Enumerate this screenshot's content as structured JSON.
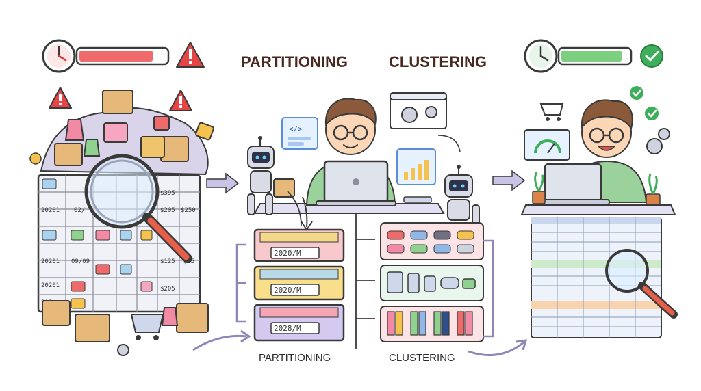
{
  "labels": {
    "partitioning_top": "PARTITIONING",
    "clustering_top": "CLUSTERING",
    "partitioning_bottom": "PARTITIONING",
    "clustering_bottom": "CLUSTERING"
  },
  "table_cells": {
    "c1": "$395",
    "c2": "20201",
    "c3": "02/",
    "c4": "$205",
    "c5": "$250",
    "c6": "20201",
    "c7": "09/09",
    "c8": "$125",
    "c9": "$25",
    "c10": "20201",
    "c11": "$205",
    "c12": "201"
  },
  "partition_boxes": [
    "2020/M",
    "2020/M",
    "2028/M"
  ],
  "progress": {
    "slow": 0.85,
    "fast": 0.9
  },
  "colors": {
    "outline": "#3a3a3a",
    "alert": "#e64545",
    "ok": "#3fae5a",
    "box_pink": "#f7c8cc",
    "box_yellow": "#f9de8c",
    "box_purple": "#d4c9ef",
    "arrow": "#8e86b8"
  }
}
